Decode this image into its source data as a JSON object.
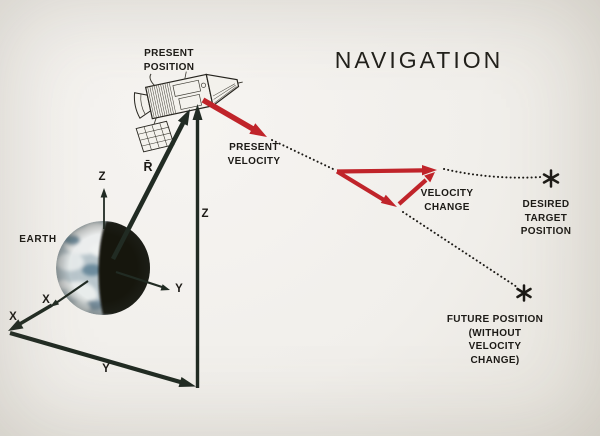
{
  "title": "NAVIGATION",
  "colors": {
    "background": "#f1efeb",
    "line": "#212b23",
    "accent_red": "#c0242a",
    "text": "#1c1a16"
  },
  "labels": {
    "present_position": "PRESENT\nPOSITION",
    "present_velocity": "PRESENT\nVELOCITY",
    "velocity_change": "VELOCITY\nCHANGE",
    "desired_target_position": "DESIRED\nTARGET\nPOSITION",
    "future_position": "FUTURE POSITION\n(WITHOUT VELOCITY\nCHANGE)",
    "earth": "EARTH"
  },
  "axes": {
    "r_vector": "R̄",
    "z_local": "Z",
    "z_frame": "Z",
    "x_local": "X",
    "x_frame": "X",
    "y_local": "Y",
    "y_frame": "Y"
  },
  "icons": {
    "desired_target_marker": "asterisk",
    "future_position_marker": "asterisk",
    "spacecraft": "apollo-csm-line-art",
    "earth": "earth-half-lit-photo"
  }
}
